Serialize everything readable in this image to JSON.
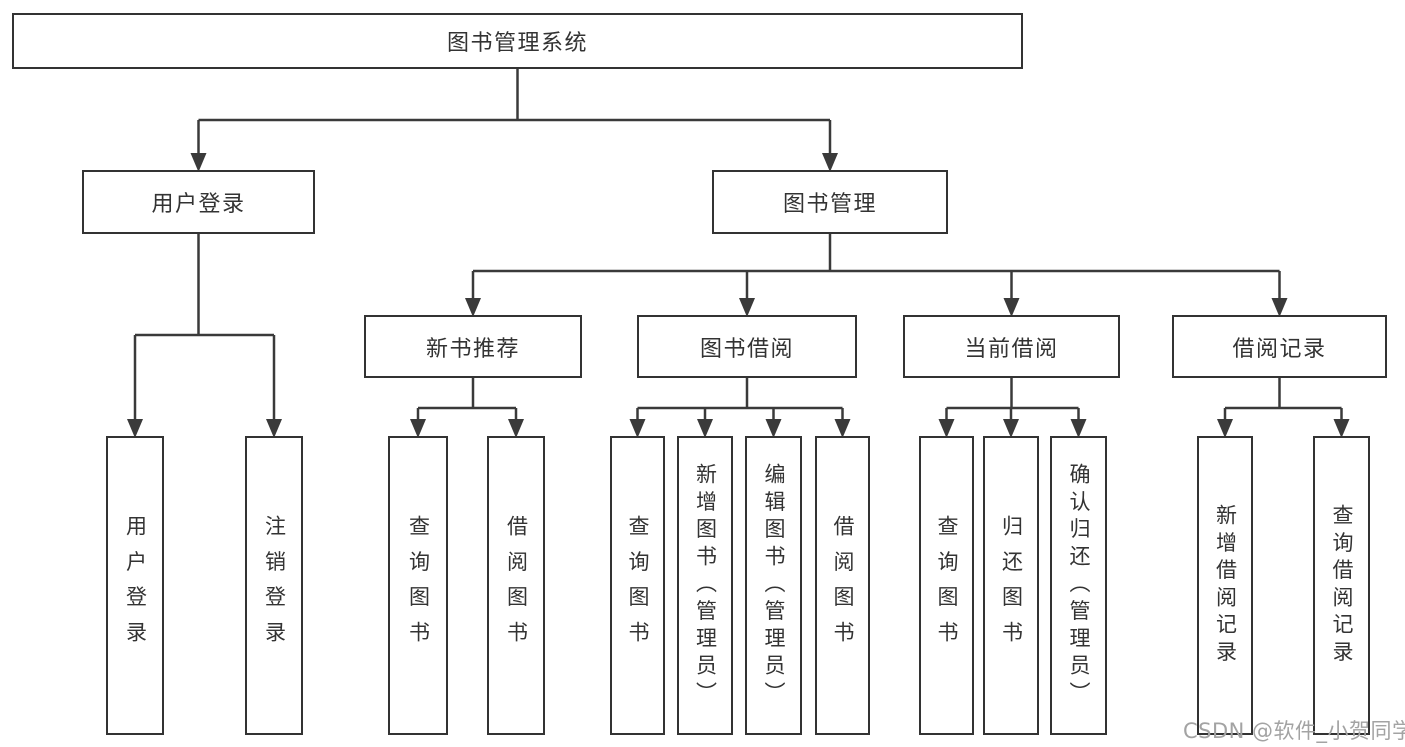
{
  "diagram": {
    "root": {
      "id": "system",
      "label": "图书管理系统",
      "children": [
        {
          "id": "user-login",
          "label": "用户登录",
          "children": [
            {
              "id": "login",
              "label": "用户登录"
            },
            {
              "id": "logout",
              "label": "注销登录"
            }
          ]
        },
        {
          "id": "book-mgmt",
          "label": "图书管理",
          "children": [
            {
              "id": "new-book-rec",
              "label": "新书推荐",
              "children": [
                {
                  "id": "nb-query",
                  "label": "查询图书"
                },
                {
                  "id": "nb-borrow",
                  "label": "借阅图书"
                }
              ]
            },
            {
              "id": "book-borrow",
              "label": "图书借阅",
              "children": [
                {
                  "id": "bb-query",
                  "label": "查询图书"
                },
                {
                  "id": "bb-add",
                  "label": "新增图书（管理员）"
                },
                {
                  "id": "bb-edit",
                  "label": "编辑图书（管理员）"
                },
                {
                  "id": "bb-borrow",
                  "label": "借阅图书"
                }
              ]
            },
            {
              "id": "current-borrow",
              "label": "当前借阅",
              "children": [
                {
                  "id": "cb-query",
                  "label": "查询图书"
                },
                {
                  "id": "cb-return",
                  "label": "归还图书"
                },
                {
                  "id": "cb-confirm",
                  "label": "确认归还（管理员）"
                }
              ]
            },
            {
              "id": "borrow-record",
              "label": "借阅记录",
              "children": [
                {
                  "id": "br-add",
                  "label": "新增借阅记录"
                },
                {
                  "id": "br-query",
                  "label": "查询借阅记录"
                }
              ]
            }
          ]
        }
      ]
    }
  },
  "watermark": "CSDN @软件_小贺同学",
  "colors": {
    "background": "#ffffff",
    "box_border": "#333333",
    "text": "#333333",
    "connector": "#3a3a3a",
    "watermark_text": "#a3a3a3"
  }
}
